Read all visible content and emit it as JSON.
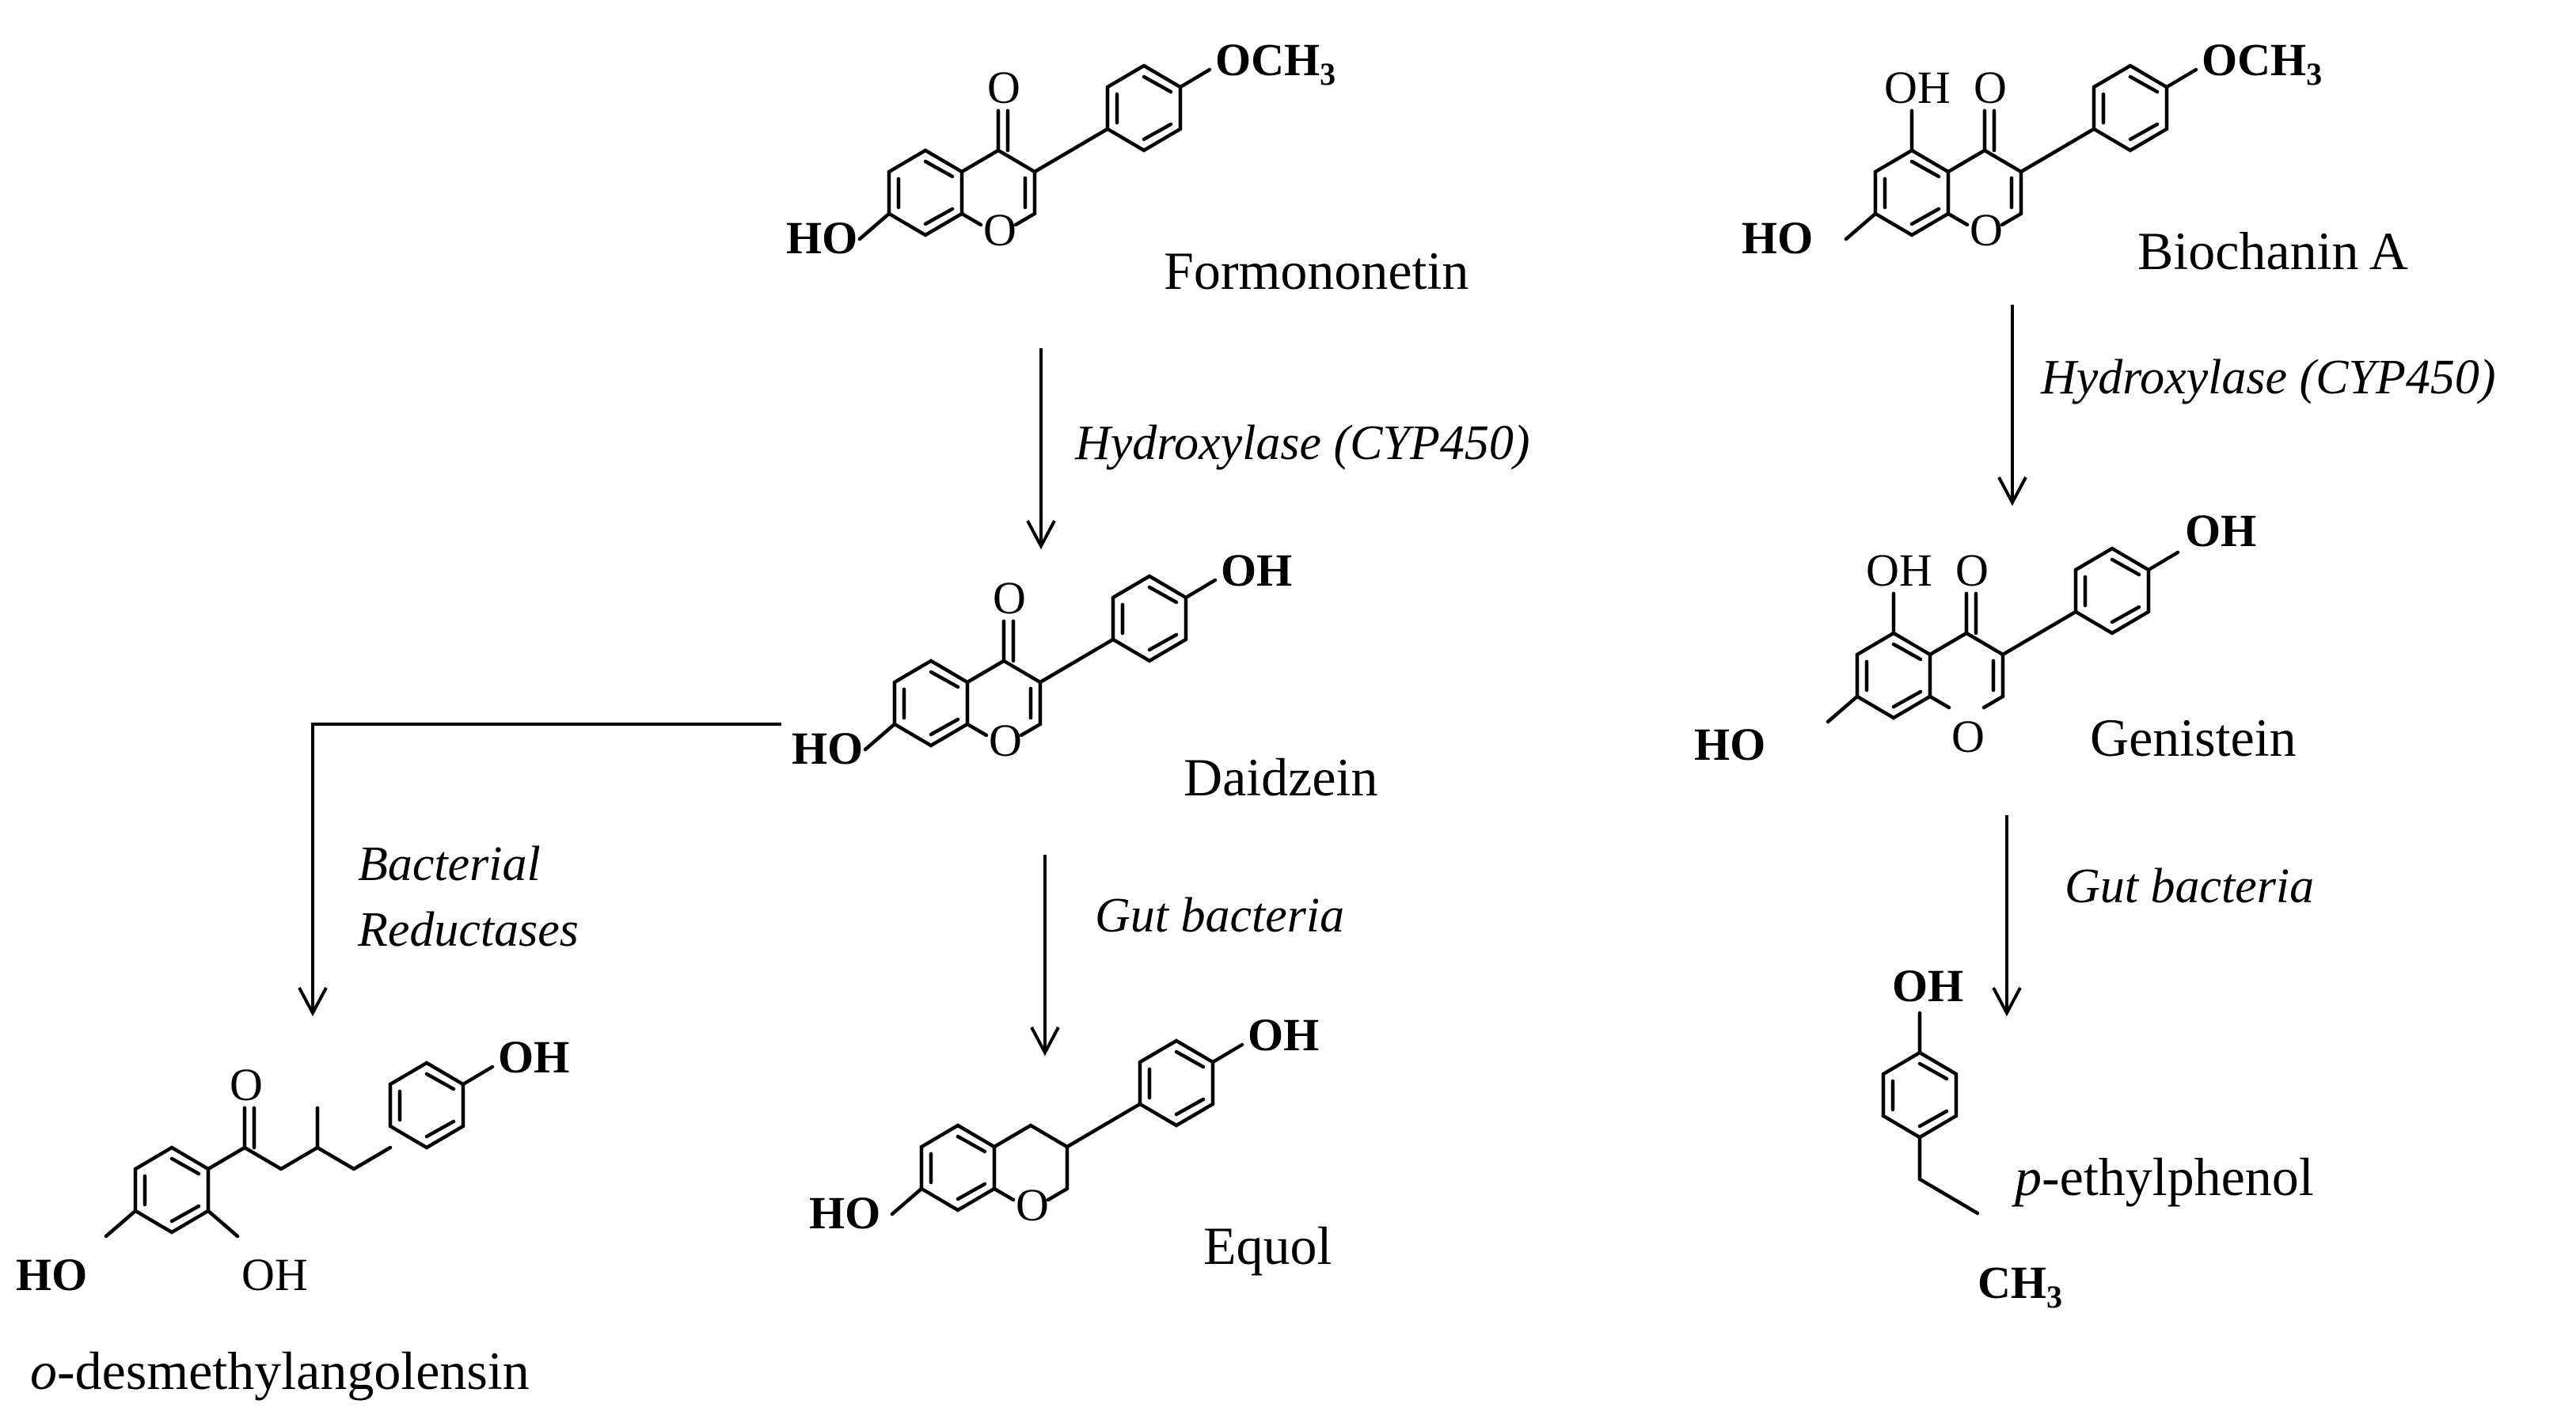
{
  "compounds": {
    "formononetin": {
      "name": "Formononetin",
      "sub_ho": "HO",
      "sub_o_ring": "O",
      "sub_keto": "O",
      "sub_ome": "OCH",
      "sub_ome_index": "3"
    },
    "biochanin": {
      "name": "Biochanin A",
      "sub_ho": "HO",
      "sub_o_ring": "O",
      "sub_keto": "O",
      "sub_oh5": "OH",
      "sub_ome": "OCH",
      "sub_ome_index": "3"
    },
    "daidzein": {
      "name": "Daidzein",
      "sub_ho": "HO",
      "sub_o_ring": "O",
      "sub_keto": "O",
      "sub_oh": "OH"
    },
    "genistein": {
      "name": "Genistein",
      "sub_ho": "HO",
      "sub_o_ring": "O",
      "sub_keto": "O",
      "sub_oh5": "OH",
      "sub_oh": "OH"
    },
    "odma": {
      "name_prefix": "o",
      "name_rest": "-desmethylangolensin",
      "sub_ho": "HO",
      "sub_oh2": "OH",
      "sub_keto": "O",
      "sub_oh": "OH"
    },
    "equol": {
      "name": "Equol",
      "sub_ho": "HO",
      "sub_o_ring": "O",
      "sub_oh": "OH"
    },
    "ethylphenol": {
      "name_prefix": "p",
      "name_rest": "-ethylphenol",
      "sub_oh": "OH",
      "sub_ch3": "CH",
      "sub_ch3_index": "3"
    }
  },
  "enzymes": {
    "hydroxylase_left": "Hydroxylase (CYP450)",
    "hydroxylase_right": "Hydroxylase (CYP450)",
    "bacterial_line1": "Bacterial",
    "bacterial_line2": "Reductases",
    "gut_left": "Gut bacteria",
    "gut_right": "Gut bacteria"
  }
}
